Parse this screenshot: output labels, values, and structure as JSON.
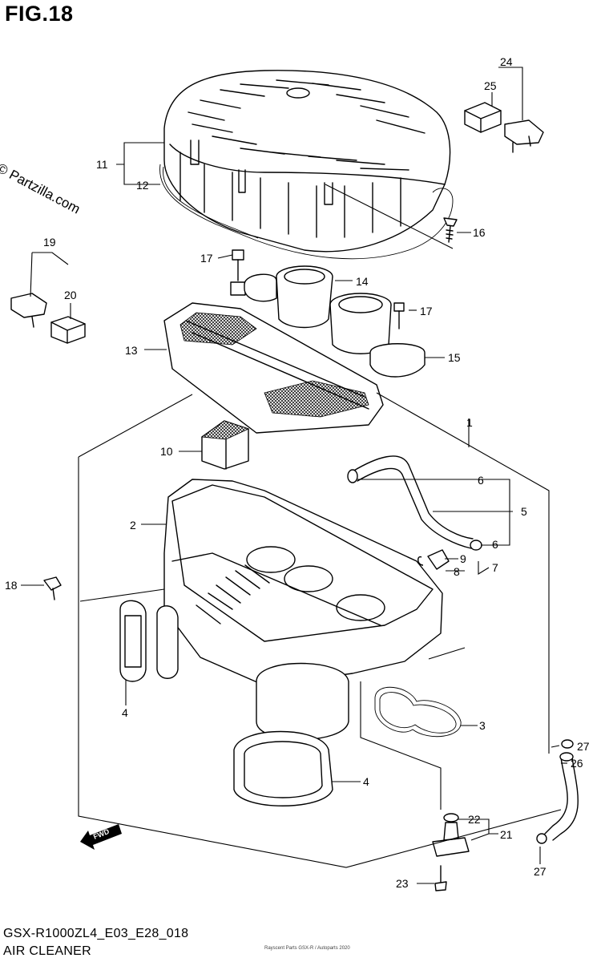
{
  "header": {
    "figure_label": "FIG.18"
  },
  "watermark": {
    "text": "© Partzilla.com"
  },
  "footer": {
    "model_code": "GSX-R1000ZL4_E03_E28_018",
    "section_name": "AIR CLEANER",
    "small_print": "Rayscent Parts GSX-R / Autoparts 2020"
  },
  "direction_arrow": {
    "label": "FWD"
  },
  "callouts": {
    "c1": "1",
    "c2": "2",
    "c3": "3",
    "c4a": "4",
    "c4b": "4",
    "c5": "5",
    "c6a": "6",
    "c6b": "6",
    "c7": "7",
    "c8": "8",
    "c9": "9",
    "c10": "10",
    "c11": "11",
    "c12": "12",
    "c13": "13",
    "c14": "14",
    "c15": "15",
    "c16": "16",
    "c17a": "17",
    "c17b": "17",
    "c18": "18",
    "c19": "19",
    "c20": "20",
    "c21": "21",
    "c22": "22",
    "c23": "23",
    "c24": "24",
    "c25": "25",
    "c26": "26",
    "c27a": "27",
    "c27b": "27"
  }
}
